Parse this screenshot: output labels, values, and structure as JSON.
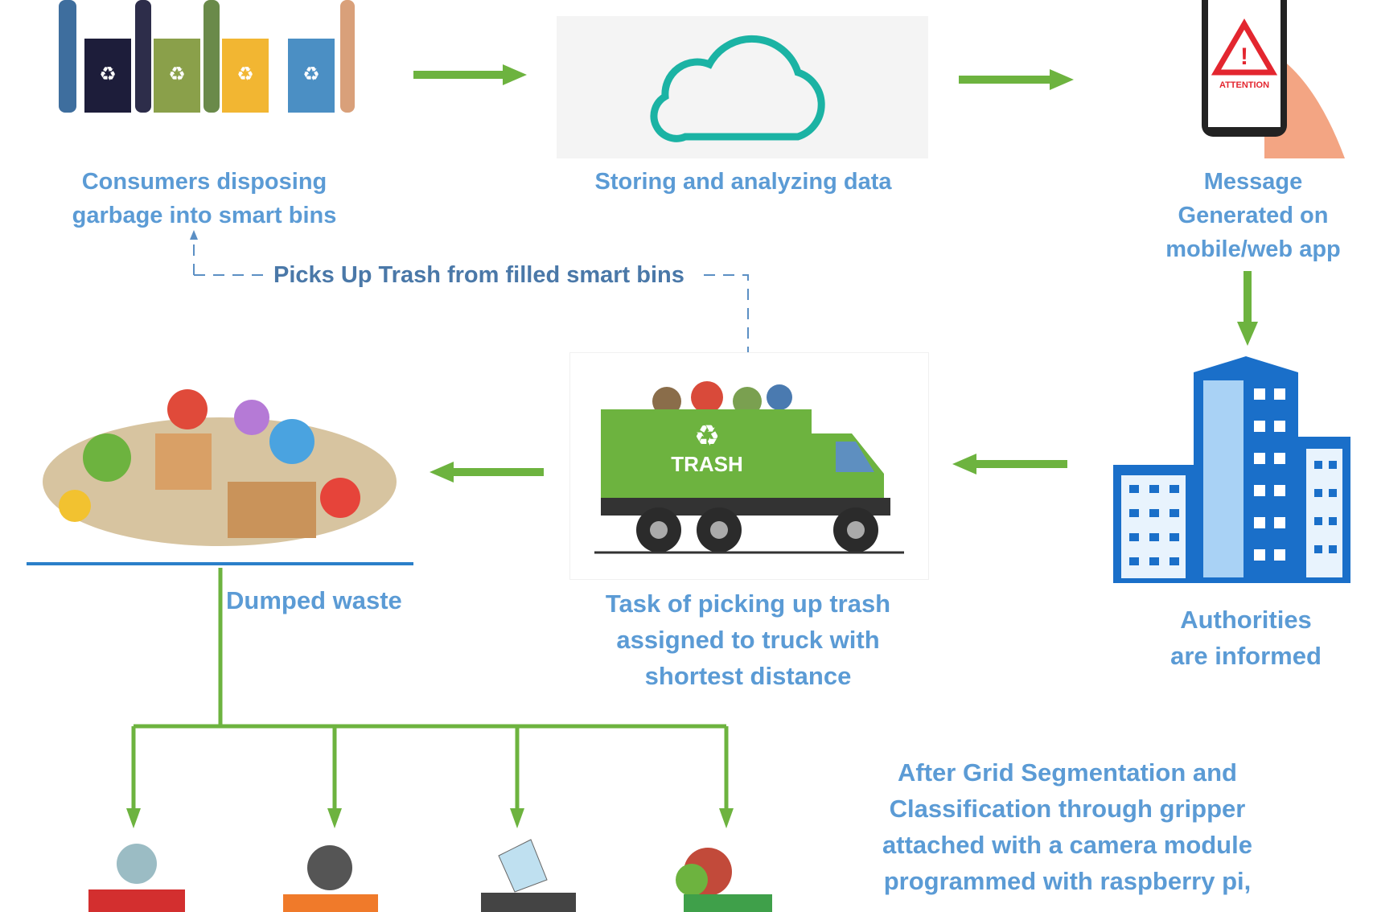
{
  "colors": {
    "label_text": "#5b9bd5",
    "dashed_text": "#4a78a8",
    "arrow_green": "#6db33f",
    "building_blue": "#1a6fc9",
    "cloud_teal": "#1bb3a4"
  },
  "steps": {
    "consumers": {
      "lines": [
        "Consumers disposing",
        "garbage into smart bins"
      ]
    },
    "storage": {
      "lines": [
        "Storing and analyzing data"
      ]
    },
    "message": {
      "lines": [
        "Message",
        "Generated on",
        "mobile/web app"
      ],
      "phone_text": "ATTENTION"
    },
    "authorities": {
      "lines": [
        "Authorities",
        "are informed"
      ]
    },
    "truck": {
      "lines": [
        "Task of picking up trash",
        "assigned to truck with",
        "shortest distance"
      ],
      "truck_text": "TRASH"
    },
    "dumped": {
      "lines": [
        "Dumped waste"
      ]
    },
    "classification": {
      "lines": [
        "After Grid Segmentation and",
        "Classification through gripper",
        "attached with a camera module",
        "programmed with raspberry pi,"
      ]
    }
  },
  "feedback_loop": {
    "label": "Picks Up Trash from filled smart bins"
  }
}
